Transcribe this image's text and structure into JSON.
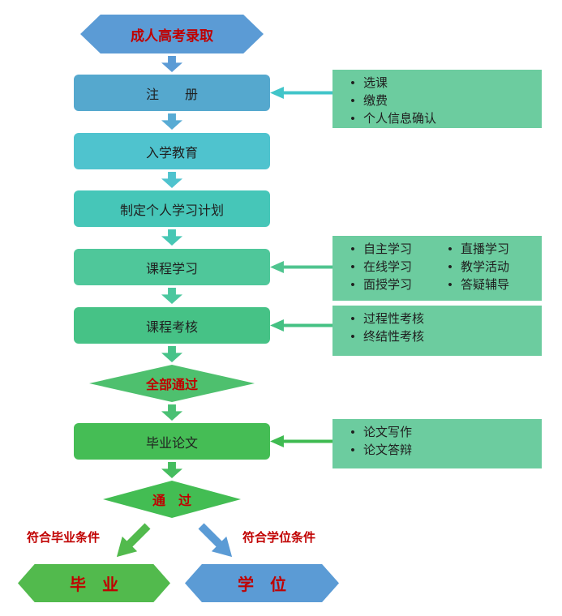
{
  "nodes": {
    "start": "成人高考录取",
    "register": "注　　册",
    "edu": "入学教育",
    "plan": "制定个人学习计划",
    "study": "课程学习",
    "exam": "课程考核",
    "pass_all": "全部通过",
    "thesis": "毕业论文",
    "pass": "通　过",
    "graduate": "毕　业",
    "degree": "学　位"
  },
  "side_boxes": {
    "register": [
      "选课",
      "缴费",
      "个人信息确认"
    ],
    "study_col1": [
      "自主学习",
      "在线学习",
      "面授学习"
    ],
    "study_col2": [
      "直播学习",
      "教学活动",
      "答疑辅导"
    ],
    "exam": [
      "过程性考核",
      "终结性考核"
    ],
    "thesis": [
      "论文写作",
      "论文答辩"
    ]
  },
  "branch_labels": {
    "left": "符合毕业条件",
    "right": "符合学位条件"
  },
  "colors": {
    "red_text": "#C00000",
    "black_text": "#1F1F1F",
    "start_bg": "#5B9BD5",
    "register_bg": "#55A8CE",
    "edu_bg": "#4FC3CE",
    "plan_bg": "#46C6B8",
    "study_bg": "#4FC79A",
    "exam_bg": "#46C286",
    "pass_all_bg": "#4EC06E",
    "thesis_bg": "#45BD55",
    "pass_bg": "#43BD53",
    "graduate_bg": "#52BA4D",
    "degree_bg": "#5B9BD5",
    "side_box_bg": "#6CCC9F",
    "arrows_down": [
      "#5B9BD5",
      "#58ABD4",
      "#4FC3CE",
      "#47C7B4",
      "#4BC79E",
      "#47C389",
      "#4AC074",
      "#45BD5F",
      "#41BC50"
    ],
    "arrows_side": [
      "#41C5C9",
      "#4FC48F",
      "#44C183",
      "#3FBB51"
    ],
    "branch_left_arrow": "#52BA4D",
    "branch_right_arrow": "#5B9BD5"
  }
}
